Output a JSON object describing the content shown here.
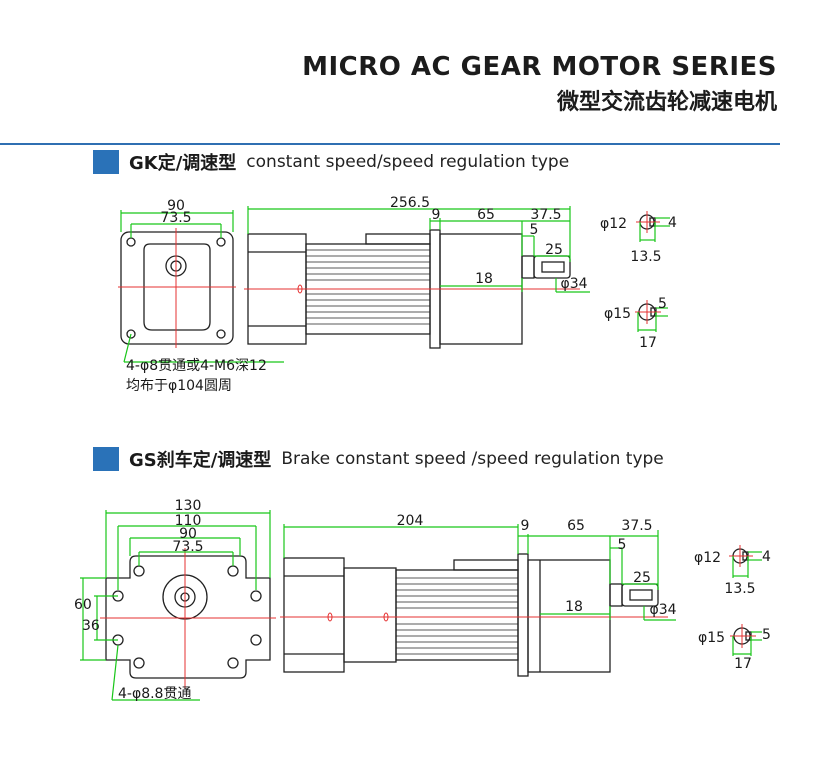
{
  "header": {
    "title_en": "MICRO AC GEAR MOTOR SERIES",
    "title_cn": "微型交流齿轮减速电机"
  },
  "section_gk": {
    "title_cn": "GK定/调速型",
    "title_en": "constant speed/speed regulation type",
    "dims": {
      "width_90": "90",
      "width_73_5": "73.5",
      "len_256_5": "256.5",
      "len_9": "9",
      "len_65": "65",
      "len_37_5": "37.5",
      "len_5": "5",
      "len_25": "25",
      "len_18": "18",
      "shaft_dia": "φ34",
      "key1_dia": "φ12",
      "key1_w": "4",
      "key1_h": "13.5",
      "key2_dia": "φ15",
      "key2_w": "5",
      "key2_h": "17"
    },
    "note_line1": "4-φ8贯通或4-M6深12",
    "note_line2": "均布于φ104圆周"
  },
  "section_gs": {
    "title_cn": "GS刹车定/调速型",
    "title_en": "Brake constant speed /speed regulation type",
    "dims": {
      "width_130": "130",
      "width_110": "110",
      "width_90": "90",
      "width_73_5": "73.5",
      "height_60": "60",
      "height_36": "36",
      "len_204": "204",
      "len_9": "9",
      "len_65": "65",
      "len_37_5": "37.5",
      "len_5": "5",
      "len_25": "25",
      "len_18": "18",
      "shaft_dia": "φ34",
      "key1_dia": "φ12",
      "key1_w": "4",
      "key1_h": "13.5",
      "key2_dia": "φ15",
      "key2_w": "5",
      "key2_h": "17"
    },
    "note_line1": "4-φ8.8贯通"
  },
  "colors": {
    "accent_blue": "#2a72b8",
    "dim_green": "#19c619",
    "centerline_red": "#e53030"
  }
}
